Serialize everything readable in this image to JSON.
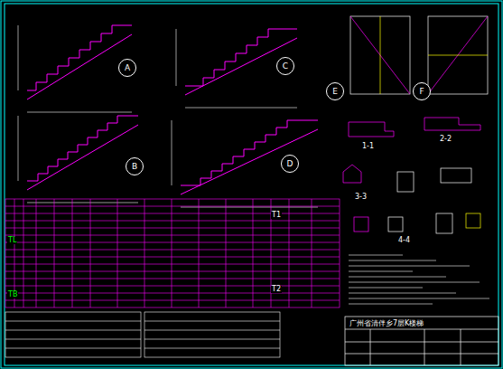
{
  "diagram": {
    "nodes": [
      {
        "text": [
          "A"
        ]
      },
      {
        "text": [
          "C"
        ]
      },
      {
        "text": [
          "B"
        ]
      },
      {
        "text": [
          "D"
        ]
      },
      {
        "text": [
          "E"
        ]
      },
      {
        "text": [
          "F"
        ]
      }
    ],
    "labels": [
      "1-1",
      "2-2",
      "3-3",
      "4-4",
      "TL",
      "TB",
      "T1",
      "T2",
      "广州省清伴乡7层K楼梯"
    ]
  }
}
